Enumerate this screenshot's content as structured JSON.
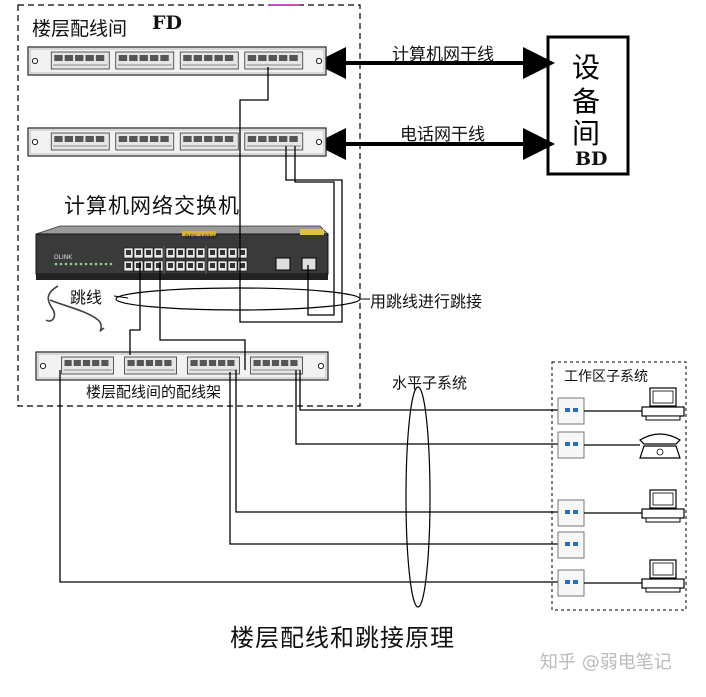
{
  "floor_distributor": {
    "title": "楼层配线间",
    "code": "FD"
  },
  "backbone": {
    "computer": "计算机网干线",
    "phone": "电话网干线"
  },
  "building_distributor": {
    "chars": [
      "设",
      "备",
      "间"
    ],
    "code": "BD"
  },
  "switch": {
    "label": "计算机网络交换机",
    "brand": "DLINK",
    "model": "DES-1024R"
  },
  "patch_cord_label": "跳线",
  "cross_connect_label": "用跳线进行跳接",
  "rack_label": "楼层配线间的配线架",
  "horizontal_label": "水平子系统",
  "work_area_label": "工作区子系统",
  "caption": "楼层配线和跳接原理",
  "watermark": "知乎 @弱电笔记",
  "devices": [
    "computer-icon",
    "telephone-icon",
    "computer-icon",
    "none",
    "computer-icon"
  ]
}
